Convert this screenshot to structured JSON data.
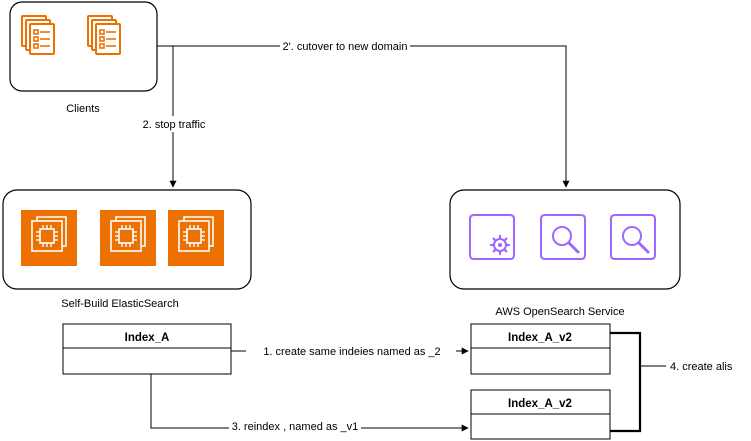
{
  "nodes": {
    "clients": {
      "label": "Clients"
    },
    "self_build": {
      "label": "Self-Build ElasticSearch"
    },
    "aws": {
      "label": "AWS OpenSearch Service"
    }
  },
  "tables": {
    "index_a": {
      "title": "Index_A"
    },
    "index_a_v2_top": {
      "title": "Index_A_v2"
    },
    "index_a_v2_bottom": {
      "title": "Index_A_v2"
    }
  },
  "edges": {
    "stop_traffic": "2. stop traffic",
    "cutover": "2'. cutover to new domain",
    "create_same": "1. create same indeies named as _2",
    "reindex": "3. reindex , named as _v1",
    "create_alias": "4. create alis"
  },
  "icons": {
    "clients": [
      "document-list-icon",
      "document-list-icon"
    ],
    "self_build": [
      "ec2-instance-icon",
      "ec2-instance-icon",
      "ec2-instance-icon"
    ],
    "aws": [
      "opensearch-settings-icon",
      "opensearch-search-icon",
      "opensearch-search-icon"
    ]
  },
  "colors": {
    "aws_orange": "#ED7100",
    "opensearch_purple": "#A166FF",
    "line": "#000000"
  }
}
